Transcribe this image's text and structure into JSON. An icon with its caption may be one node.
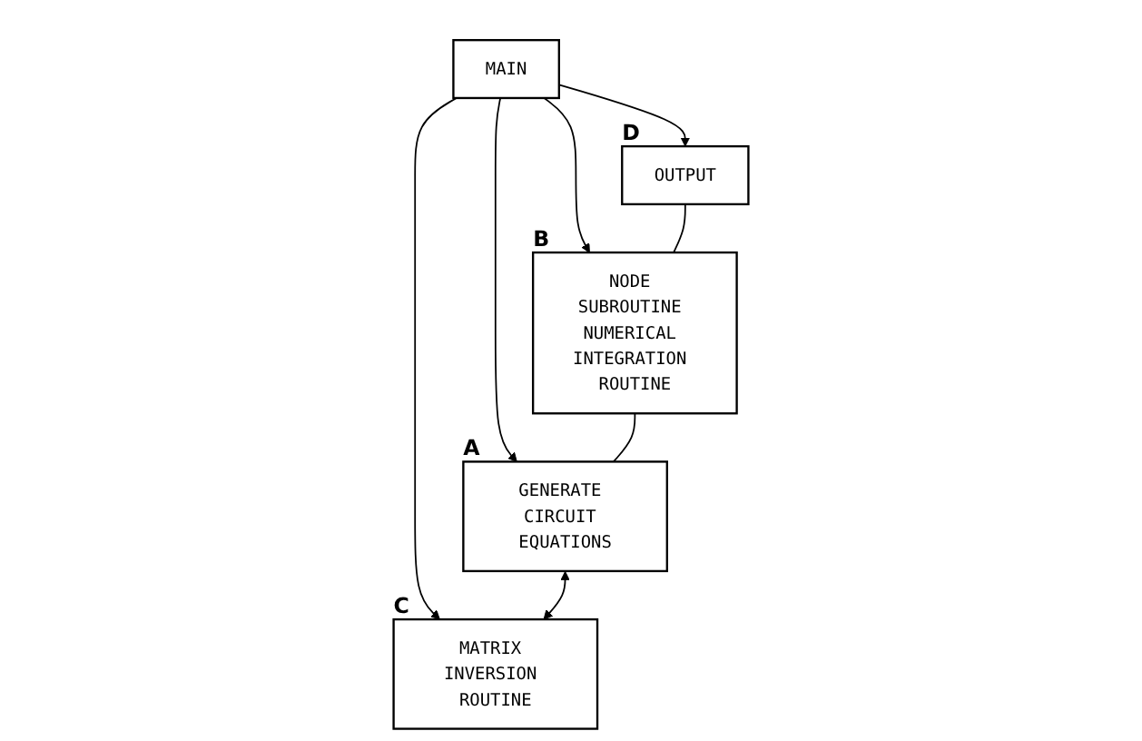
{
  "diagram": {
    "nodes": [
      {
        "text": [
          "MAIN"
        ]
      },
      {
        "text": [
          "OUTPUT"
        ],
        "beside": [
          "D"
        ]
      },
      {
        "text": [
          "NODE SUBROUTINE NUMERICAL INTEGRATION ROUTINE"
        ],
        "beside": [
          "B"
        ]
      },
      {
        "text": [
          "GENERATE CIRCUIT EQUATIONS"
        ],
        "beside": [
          "A"
        ]
      },
      {
        "text": [
          "MATRIX INVERSION ROUTINE"
        ],
        "beside": [
          "C"
        ]
      }
    ],
    "edges": [
      {
        "from": 0,
        "to": 1,
        "arrow": "to"
      },
      {
        "from": 0,
        "to": 2,
        "arrow": "to"
      },
      {
        "from": 0,
        "to": 3,
        "arrow": "to"
      },
      {
        "from": 0,
        "to": 4,
        "arrow": "to"
      },
      {
        "from": 1,
        "to": 2,
        "arrow": "none"
      },
      {
        "from": 2,
        "to": 3,
        "arrow": "none"
      },
      {
        "from": 3,
        "to": 4,
        "arrow": "both"
      }
    ]
  }
}
